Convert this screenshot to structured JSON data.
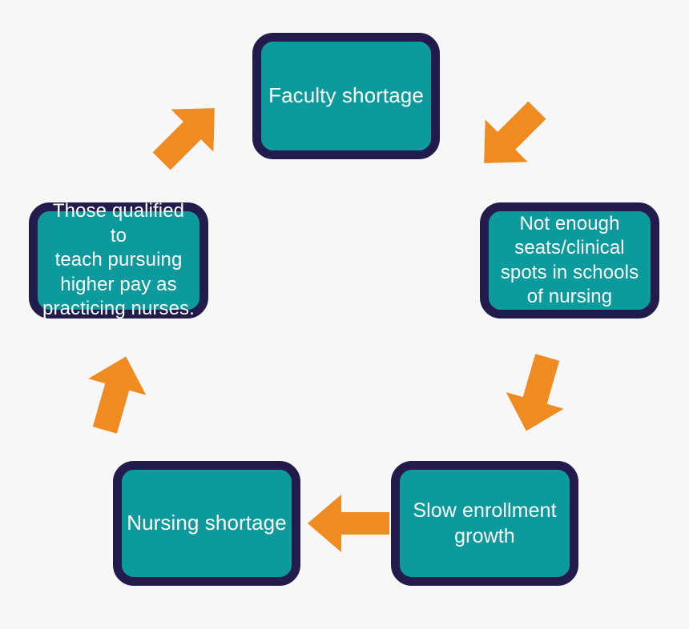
{
  "diagram": {
    "title": "Nursing faculty shortage cycle",
    "type": "cycle",
    "background_color": "#f7f7f7",
    "node_fill_color": "#0c9a9c",
    "node_border_color": "#241b4d",
    "node_text_color": "#ffffff",
    "arrow_color": "#f08b21",
    "nodes": [
      {
        "id": "faculty-shortage",
        "label": "Faculty shortage",
        "position": "top",
        "order": 1
      },
      {
        "id": "not-enough-seats",
        "label": "Not enough\nseats/clinical\nspots in schools\nof nursing",
        "position": "right",
        "order": 2
      },
      {
        "id": "slow-enrollment",
        "label": "Slow enrollment\ngrowth",
        "position": "bottom-right",
        "order": 3
      },
      {
        "id": "nursing-shortage",
        "label": "Nursing shortage",
        "position": "bottom-left",
        "order": 4
      },
      {
        "id": "qualified-teach",
        "label": "Those qualified to\nteach pursuing\nhigher pay as\npracticing nurses.",
        "position": "left",
        "order": 5
      }
    ],
    "arrows": [
      {
        "id": "faculty-to-seats",
        "icon": "arrow-down-right-icon",
        "from": "faculty-shortage",
        "to": "not-enough-seats",
        "direction": "down-right"
      },
      {
        "id": "seats-to-enrollment",
        "icon": "arrow-down-icon",
        "from": "not-enough-seats",
        "to": "slow-enrollment",
        "direction": "down"
      },
      {
        "id": "enrollment-to-nursing",
        "icon": "arrow-left-icon",
        "from": "slow-enrollment",
        "to": "nursing-shortage",
        "direction": "left"
      },
      {
        "id": "nursing-to-qualified",
        "icon": "arrow-up-icon",
        "from": "nursing-shortage",
        "to": "qualified-teach",
        "direction": "up"
      },
      {
        "id": "qualified-to-faculty",
        "icon": "arrow-up-right-icon",
        "from": "qualified-teach",
        "to": "faculty-shortage",
        "direction": "up-right"
      }
    ]
  }
}
